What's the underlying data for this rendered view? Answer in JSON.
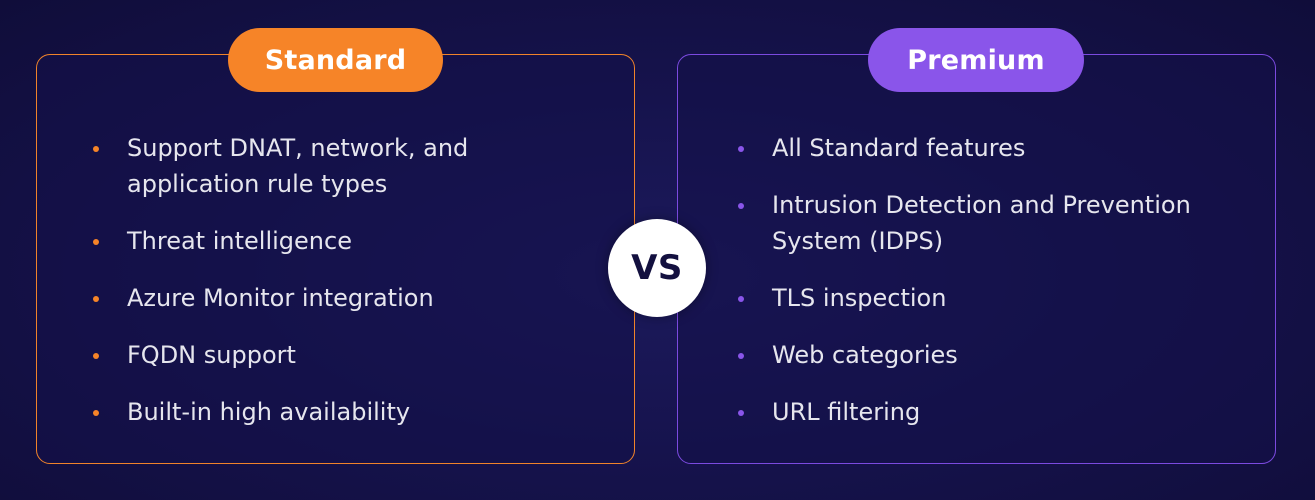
{
  "colors": {
    "standard_accent": "#f68428",
    "premium_accent": "#8a55ea",
    "background": "#16134d"
  },
  "standard": {
    "title": "Standard",
    "features": [
      "Support DNAT, network, and application rule types",
      "Threat intelligence",
      "Azure Monitor integration",
      "FQDN support",
      "Built-in high availability"
    ]
  },
  "vs_label": "VS",
  "premium": {
    "title": "Premium",
    "features": [
      "All Standard features",
      "Intrusion Detection and Prevention System (IDPS)",
      "TLS inspection",
      "Web categories",
      "URL filtering"
    ]
  }
}
